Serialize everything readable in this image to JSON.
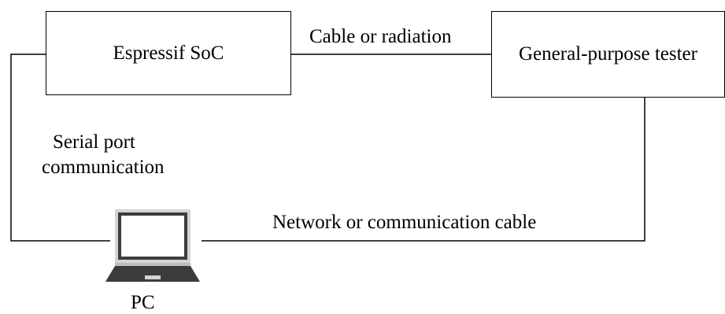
{
  "blocks": {
    "soc": "Espressif SoC",
    "tester": "General-purpose tester"
  },
  "connections": {
    "soc_to_tester": "Cable or radiation",
    "pc_to_tester": "Network or communication cable",
    "pc_to_soc_line1": "Serial port",
    "pc_to_soc_line2": "communication"
  },
  "pc": {
    "label": "PC",
    "icon": "laptop-icon"
  },
  "colors": {
    "line": "#000000",
    "laptop_body": "#3c3c3c",
    "laptop_bezel": "#d4d4d4",
    "laptop_screen": "#ffffff"
  }
}
